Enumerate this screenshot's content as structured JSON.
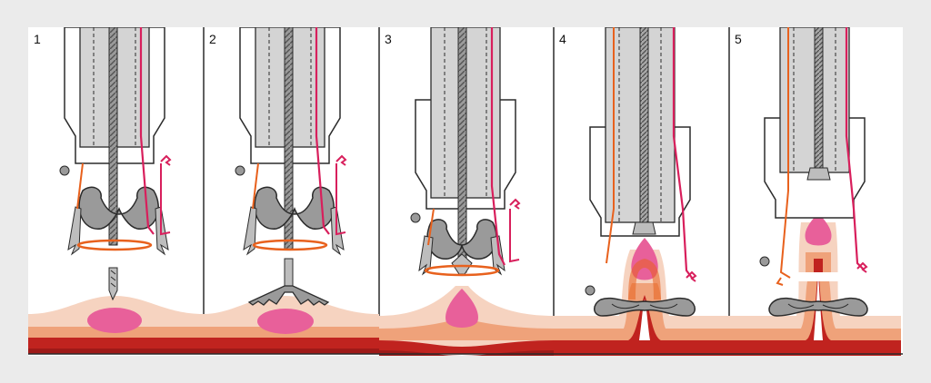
{
  "panels": [
    {
      "number": "1"
    },
    {
      "number": "2"
    },
    {
      "number": "3"
    },
    {
      "number": "4"
    },
    {
      "number": "5"
    }
  ],
  "colors": {
    "page_background": "#ebebeb",
    "figure_background": "#ffffff",
    "device_gray": "#d4d4d4",
    "clip_gray": "#9a9a9a",
    "outline": "#2b2b2b",
    "suture_red": "#d81f5c",
    "band_orange": "#e8611d",
    "mucosa_light": "#f6d3c0",
    "submucosa": "#efa27a",
    "muscle_red": "#c0231f",
    "lesion_pink": "#e8609a"
  }
}
